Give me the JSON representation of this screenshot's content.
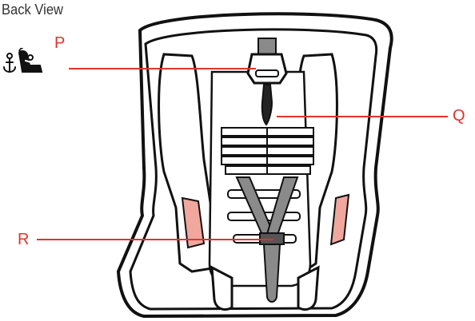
{
  "view": {
    "title": "Back View"
  },
  "accent_color": "#e2332d",
  "outline_color": "#111111",
  "panel_color": "#f0a79e",
  "strap_color": "#8a8a8a",
  "callouts": [
    {
      "id": "p",
      "label": "P",
      "icon": "isofix-anchor-seat-icon"
    },
    {
      "id": "q",
      "label": "Q"
    },
    {
      "id": "r",
      "label": "R"
    }
  ]
}
